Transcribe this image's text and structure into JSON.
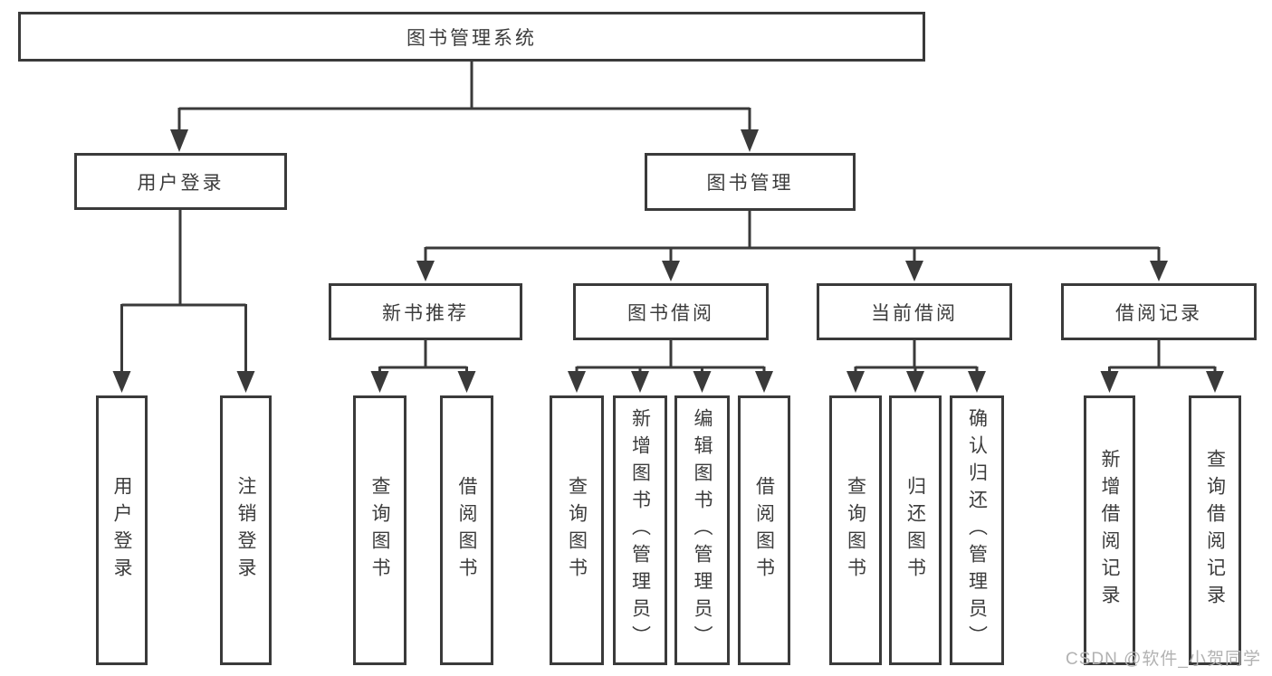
{
  "tree": {
    "label": "图书管理系统",
    "children": [
      {
        "label": "用户登录",
        "children": [
          {
            "label": "用户登录"
          },
          {
            "label": "注销登录"
          }
        ]
      },
      {
        "label": "图书管理",
        "children": [
          {
            "label": "新书推荐",
            "children": [
              {
                "label": "查询图书"
              },
              {
                "label": "借阅图书"
              }
            ]
          },
          {
            "label": "图书借阅",
            "children": [
              {
                "label": "查询图书"
              },
              {
                "label": "新增图书（管理员）"
              },
              {
                "label": "编辑图书（管理员）"
              },
              {
                "label": "借阅图书"
              }
            ]
          },
          {
            "label": "当前借阅",
            "children": [
              {
                "label": "查询图书"
              },
              {
                "label": "归还图书"
              },
              {
                "label": "确认归还（管理员）"
              }
            ]
          },
          {
            "label": "借阅记录",
            "children": [
              {
                "label": "新增借阅记录"
              },
              {
                "label": "查询借阅记录"
              }
            ]
          }
        ]
      }
    ]
  },
  "watermark": {
    "text": "CSDN @软件_小贺同学"
  },
  "colors": {
    "line": "#3a3a3a",
    "node_border": "#3a3a3a",
    "node_text": "#3c3c3c",
    "watermark": "#b2b2b2",
    "background": "#ffffff"
  }
}
